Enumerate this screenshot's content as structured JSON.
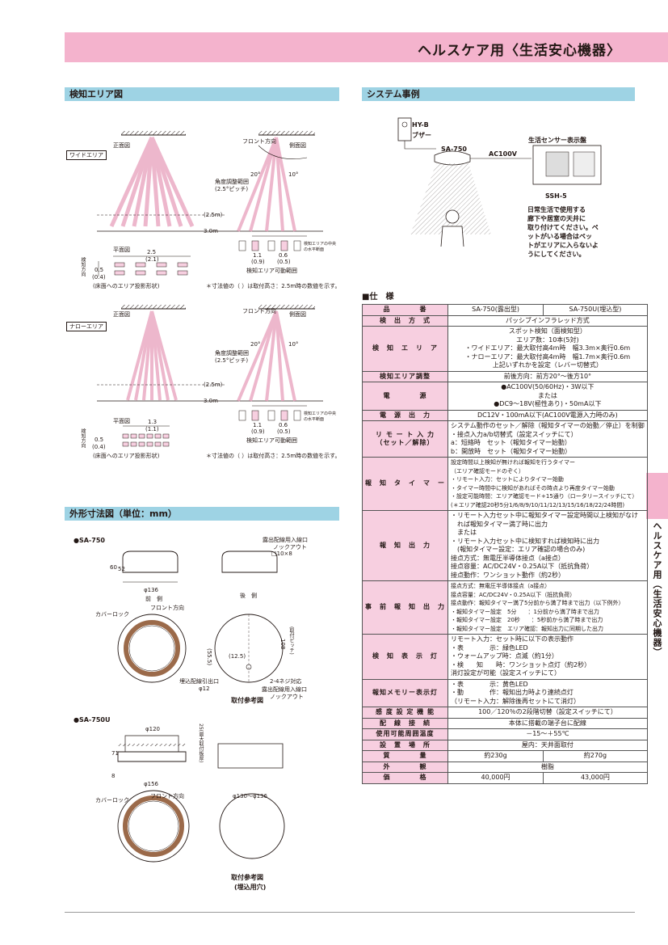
{
  "header": {
    "title": "ヘルスケア用〈生活安心機器〉"
  },
  "side_tab": {
    "text": "ヘルスケア用（生活安心機器）"
  },
  "sections": {
    "detection": "検知エリア図",
    "system": "システム事例",
    "dimensions": "外形寸法図（単位：mm）"
  },
  "detection": {
    "wide_label": "ワイドエリア",
    "narrow_label": "ナローエリア",
    "front_view": "正面図",
    "side_view": "側面図",
    "front_dir": "フロント方向",
    "angle_range": "角度調整範囲",
    "angle_pitch": "(2.5°ピッチ)",
    "deg20": "20°",
    "deg10": "10°",
    "h25": "(2.5m)",
    "h30": "3.0m",
    "plan_view": "平面図",
    "wide_w": "2.5",
    "wide_w2": "(2.1)",
    "narrow_w": "1.3",
    "narrow_w2": "(1.1)",
    "depth": "0.5",
    "depth2": "(0.4)",
    "depth_dir": "検知方向",
    "floor_note": "(床面へのエリア投影形状)",
    "note": "＊寸法値の（ ）は取付高さ：2.5m時の数値を示す。",
    "side_a": "1.1",
    "side_a2": "(0.9)",
    "side_b": "0.6",
    "side_b2": "(0.5)",
    "area_center": "検知エリアの中央の水平断面",
    "movable": "検知エリア可動範囲"
  },
  "system": {
    "hyb": "HY-B",
    "buzzer": "ブザー",
    "sa750": "SA-750",
    "ac100": "AC100V",
    "panel": "生活センサー表示盤",
    "ssh5": "SSH-5",
    "desc": [
      "日常生活で使用する",
      "廊下や居室の天井に",
      "取り付けてください。ペ",
      "ットがいる場合はペッ",
      "トがエリアに入らないよ",
      "うにしてください。"
    ]
  },
  "dims": {
    "sa750": "●SA-750",
    "sa750u": "●SA-750U",
    "d60": "60",
    "d52": "52",
    "d136": "φ136",
    "front": "前　側",
    "rear": "後　側",
    "exposed_in": "露出配線用入線口",
    "knockout": "ノックアウト",
    "knock_size": "□10×8",
    "cover_lock": "カバーロック",
    "front_dir": "フロント方向",
    "d555": "(55.5)",
    "d125": "(12.5)",
    "d108": "108",
    "mount_pitch": "(取付ピッチ)",
    "screw": "2-4ネジ対応",
    "exposed_in2": "露出配線用入線口",
    "knockout2": "ノックアウト",
    "embed_in": "埋込配線引出口",
    "phi12": "φ12",
    "mount_ref": "取付参考図",
    "d120": "φ120",
    "d71": "71",
    "d8": "8",
    "d156": "φ156",
    "d25": "25(最大取付板厚)",
    "d130": "φ130～φ136",
    "mount_ref2": "取付参考図",
    "embed_hole": "(埋込用穴)"
  },
  "spec": {
    "title": "■仕　様",
    "rows": [
      {
        "h": "品　　　　番",
        "cells": [
          "SA-750(露出型)",
          "SA-750U(埋込型)"
        ]
      },
      {
        "h": "検　出　方　式",
        "lines": [
          "パッシブインフラレッド方式"
        ]
      },
      {
        "h": "検　知　エ　リ　ア",
        "lines": [
          "スポット検知（面検知型）",
          "エリア数：10本(5対)",
          "・ワイドエリア：最大取付高4m時　幅3.3m×奥行0.6m",
          "・ナローエリア：最大取付高4m時　幅1.7m×奥行0.6m",
          "上記いずれかを設定（レバー切替式）"
        ]
      },
      {
        "h": "検知エリア調整",
        "lines": [
          "前後方向：前方20°～後方10°"
        ]
      },
      {
        "h": "電　　　　源",
        "lines": [
          "●AC100V(50/60Hz)・3W以下",
          "または",
          "●DC9～18V(極性あり)・50mA以下"
        ]
      },
      {
        "h": "電　源　出　力",
        "lines": [
          "DC12V・100mA以下(AC100V電源入力時のみ)"
        ]
      },
      {
        "h": "リ モ ー ト 入 力",
        "h2": "（セット／解除）",
        "lines": [
          "システム動作のセット／解除（報知タイマーの始動／停止）を制御",
          "・接点入力a/b切替式（設定スイッチにて）",
          "a：短絡時　セット（報知タイマー始動）",
          "b：開放時　セット（報知タイマー始動）"
        ]
      },
      {
        "h": "報　知　タ　イ　マ　ー",
        "lines": [
          "設定時間以上検知が無ければ報知を行うタイマー",
          "（エリア確認モードのぞく）",
          "・リモート入力：セットによりタイマー始動",
          "・タイマー時間中に検知があればその時点より再度タイマー始動",
          "・設定可能時間：エリア確認モード+15通り（ロータリースイッチにて）",
          "(＊エリア確認20秒5分1/6/8/9/10/11/12/13/15/16/18/22/24時間)"
        ]
      },
      {
        "h": "報　知　出　力",
        "lines": [
          "・リモート入力セット中に報知タイマー設定時間以上検知がなけ",
          "　れば報知タイマー満了時に出力",
          "　または",
          "・リモート入力セット中に検知すれば検知時に出力",
          "　(報知タイマー設定：エリア確認の場合のみ)",
          "接点方式：無電圧半導体接点（a接点）",
          "接点容量：AC/DC24V・0.25A以下（抵抗負荷）",
          "接点動作：ワンショット動作（約2秒）"
        ]
      },
      {
        "h": "事　前　報　知　出　力",
        "lines": [
          "接点方式：無電圧半導体接点（a接点）",
          "接点容量：AC/DC24V・0.25A以下（抵抗負荷）",
          "接点動作：報知タイマー満了5分前から満了時まで出力（以下例外）",
          "・報知タイマー設定　5分　　：1分前から満了時まで出力",
          "・報知タイマー設定　20秒　　：5秒前から満了時まで出力",
          "・報知タイマー設定　エリア確認：報知出力に同期した出力"
        ]
      },
      {
        "h": "検　知　表　示　灯",
        "lines": [
          "リモート入力：セット時に以下の表示動作",
          "・表　　　　示：緑色LED",
          "・ウォームアップ時：点滅（約1分）",
          "・検　　知　　時：ワンショット点灯（約2秒）",
          "消灯設定が可能（設定スイッチにて）"
        ]
      },
      {
        "h": "報知メモリー表示灯",
        "lines": [
          "・表　　　　示：黄色LED",
          "・動　　　　作：報知出力時より連続点灯",
          "（リモート入力：解除後再セットにて消灯）"
        ]
      },
      {
        "h": "感 度 設 定 機 能",
        "lines": [
          "100／120％の2段階切替（設定スイッチにて）"
        ]
      },
      {
        "h": "配　線　接　続",
        "lines": [
          "本体に搭載の端子台に配線"
        ]
      },
      {
        "h": "使用可能周囲温度",
        "lines": [
          "－15～＋55℃"
        ]
      },
      {
        "h": "設　置　場　所",
        "lines": [
          "屋内：天井面取付"
        ]
      },
      {
        "h": "質　　　　量",
        "cells": [
          "約230g",
          "約270g"
        ]
      },
      {
        "h": "外　　　　観",
        "lines": [
          "樹脂"
        ]
      },
      {
        "h": "価　　　　格",
        "cells": [
          "40,000円",
          "43,000円"
        ]
      }
    ]
  }
}
